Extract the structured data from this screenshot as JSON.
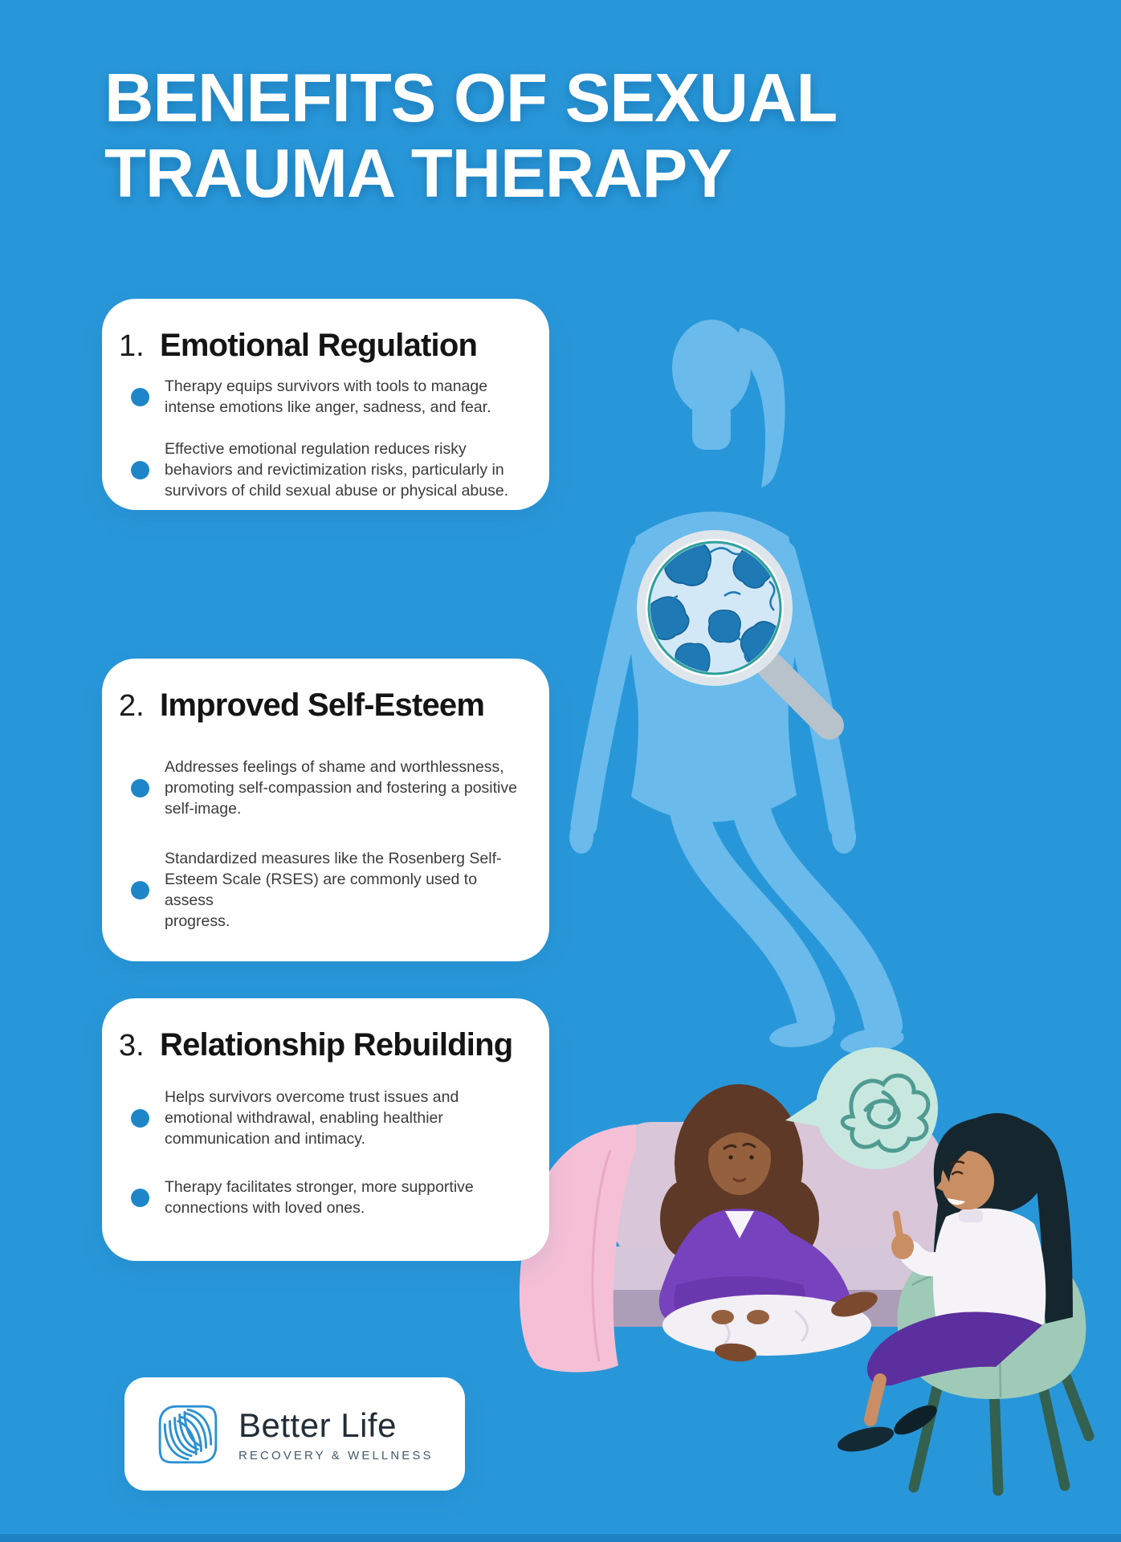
{
  "page": {
    "title_line1": "BENEFITS OF SEXUAL",
    "title_line2": "TRAUMA THERAPY"
  },
  "sections": [
    {
      "number": "1.",
      "heading": "Emotional Regulation",
      "bullets": [
        "Therapy equips survivors with tools to manage\nintense emotions like anger, sadness, and fear.",
        "Effective emotional regulation reduces risky\nbehaviors and revictimization risks, particularly in\nsurvivors of child sexual abuse or physical abuse."
      ]
    },
    {
      "number": "2.",
      "heading": "Improved Self-Esteem",
      "bullets": [
        "Addresses feelings of shame and worthlessness,\npromoting self-compassion and fostering a positive\nself-image.",
        "Standardized measures like the Rosenberg Self-\nEsteem Scale (RSES) are commonly used to assess\nprogress."
      ]
    },
    {
      "number": "3.",
      "heading": "Relationship Rebuilding",
      "bullets": [
        "Helps survivors overcome trust issues and\nemotional withdrawal, enabling healthier\ncommunication and intimacy.",
        "Therapy facilitates stronger, more supportive\nconnections with loved ones."
      ]
    }
  ],
  "logo": {
    "name": "Better Life",
    "tagline": "RECOVERY & WELLNESS"
  },
  "icons": {
    "logo": "wave-leaf-icon"
  },
  "illustrations": {
    "silhouette": "woman-body-silhouette",
    "magnifier": "magnifying-glass-with-cells",
    "bubble": "tangled-thoughts-speech-bubble",
    "scene": "therapy-session-client-and-therapist"
  },
  "colors": {
    "background": "#2897D9",
    "card": "#FFFFFF",
    "bullet_dot": "#1E86C8",
    "heading_text": "#141414",
    "body_text": "#3B3B3B",
    "silhouette": "#6ABAEC",
    "bubble": "#C8E8DF",
    "scribble": "#4F9B91",
    "couch_pink": "#F5C0D6",
    "chair_teal": "#9FCAB8",
    "sweater_purple": "#7742BE"
  }
}
